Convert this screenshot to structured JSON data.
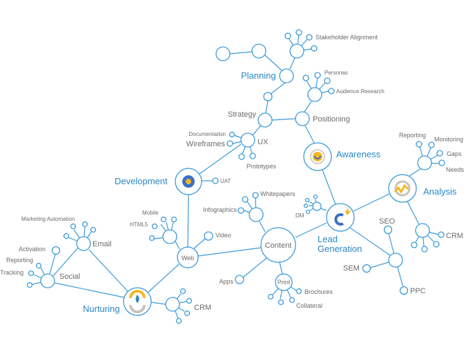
{
  "main_nodes": {
    "planning": "Planning",
    "awareness": "Awareness",
    "development": "Development",
    "analysis": "Analysis",
    "lead_generation_1": "Lead",
    "lead_generation_2": "Generation",
    "nurturing": "Nurturing"
  },
  "sub_nodes": {
    "strategy": "Strategy",
    "positioning": "Positioning",
    "ux": "UX",
    "content": "Content",
    "web": "Web",
    "print": "Print",
    "email": "Email",
    "social": "Social",
    "crm_left": "CRM",
    "crm_right": "CRM"
  },
  "leaf_labels": {
    "stakeholder_alignment": "Stakeholder Alignment",
    "personas": "Personas",
    "audience_research": "Audience Research",
    "documentation": "Documentation",
    "wireframes": "Wireframes",
    "prototypes": "Prototypes",
    "uat": "UAT",
    "reporting_analysis": "Reporting",
    "monitoring": "Monitoring",
    "gaps": "Gaps",
    "needs": "Needs",
    "dm": "DM",
    "seo": "SEO",
    "sem": "SEM",
    "ppc": "PPC",
    "whitepapers": "Whitepapers",
    "infographics": "Infographics",
    "video": "Video",
    "apps": "Apps",
    "brochures": "Brochures",
    "collateral": "Collateral",
    "mobile": "Mobile",
    "html5": "HTML5",
    "marketing_automation": "Marketing Automation",
    "activation": "Activation",
    "reporting_social": "Reporting",
    "tracking": "Tracking"
  },
  "colors": {
    "line": "#3a9ad9",
    "label": "#2a86c7",
    "text": "#6b6b6b",
    "icon_gold": "#f2b825",
    "icon_gray": "#c9c2b8"
  }
}
